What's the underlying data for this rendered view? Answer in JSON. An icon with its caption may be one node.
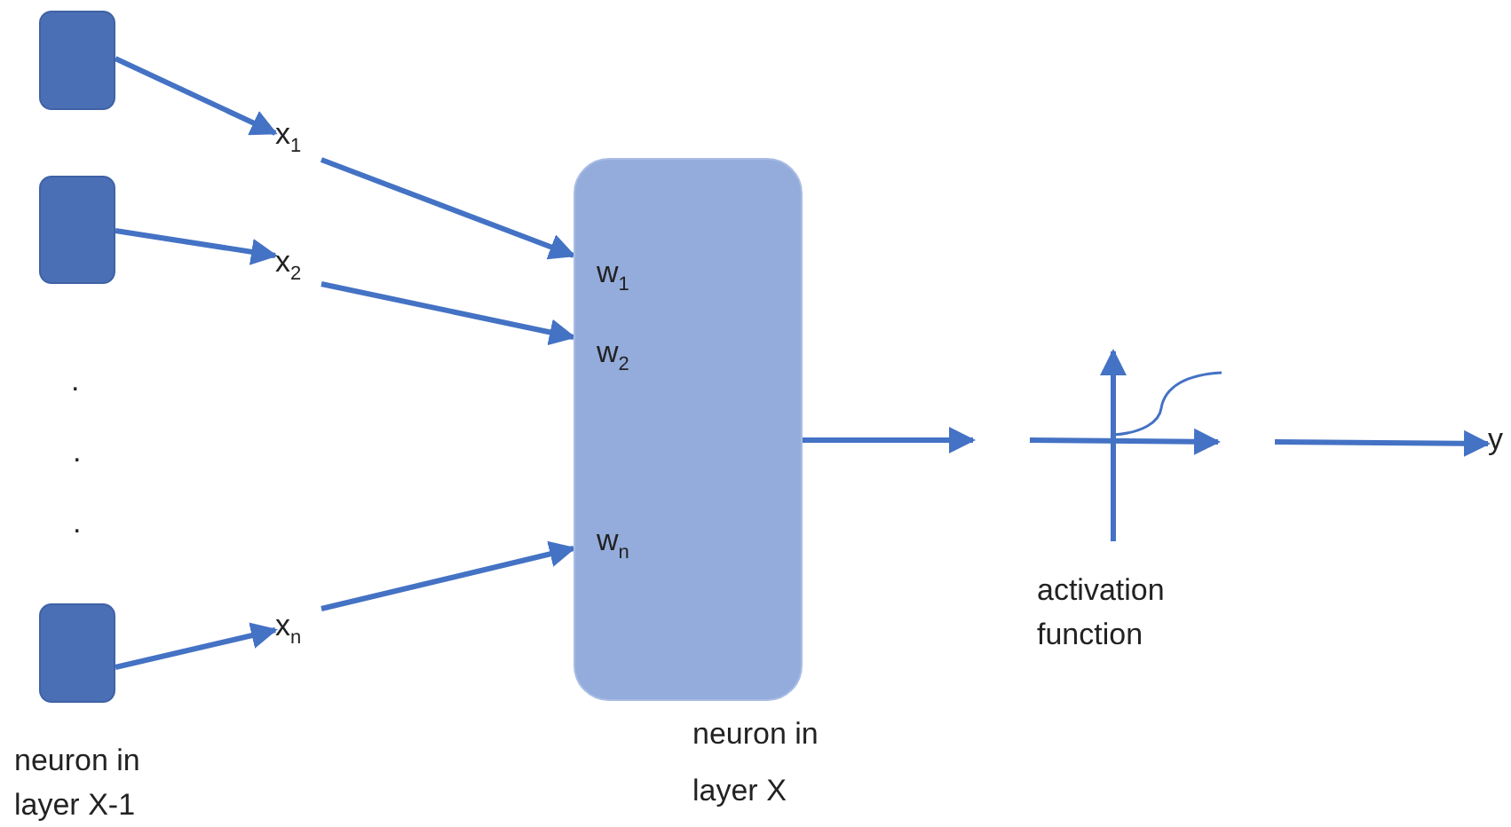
{
  "diagram": {
    "nodes": [
      {
        "text": [],
        "shape": "box"
      },
      {
        "text": [],
        "shape": "box"
      },
      {
        "text": [],
        "shape": "box"
      },
      {
        "text": [
          "x$_{1}$"
        ]
      },
      {
        "text": [
          "x$_{2}$"
        ]
      },
      {
        "text": [
          "x$_{n}$"
        ]
      },
      {
        "text": [
          "w$_{1}$",
          "w$_{2}$",
          "w$_{n}$"
        ],
        "beside": [
          "neuron in layer X"
        ]
      },
      {
        "text": [],
        "shape": "picture",
        "beside": [
          "activation function"
        ]
      },
      {
        "text": [
          "y"
        ]
      }
    ],
    "edges": [
      {
        "from": 0,
        "to": 3,
        "arrow": "to"
      },
      {
        "from": 1,
        "to": 4,
        "arrow": "to"
      },
      {
        "from": 2,
        "to": 5,
        "arrow": "to"
      },
      {
        "from": 3,
        "to": 6,
        "arrow": "to"
      },
      {
        "from": 4,
        "to": 6,
        "arrow": "to"
      },
      {
        "from": 5,
        "to": 6,
        "arrow": "to"
      },
      {
        "from": 6,
        "to": 7,
        "arrow": "to"
      },
      {
        "from": 7,
        "to": 8,
        "arrow": "to"
      }
    ],
    "labels": [
      ".",
      ".",
      ".",
      "neuron in layer X-1"
    ]
  }
}
